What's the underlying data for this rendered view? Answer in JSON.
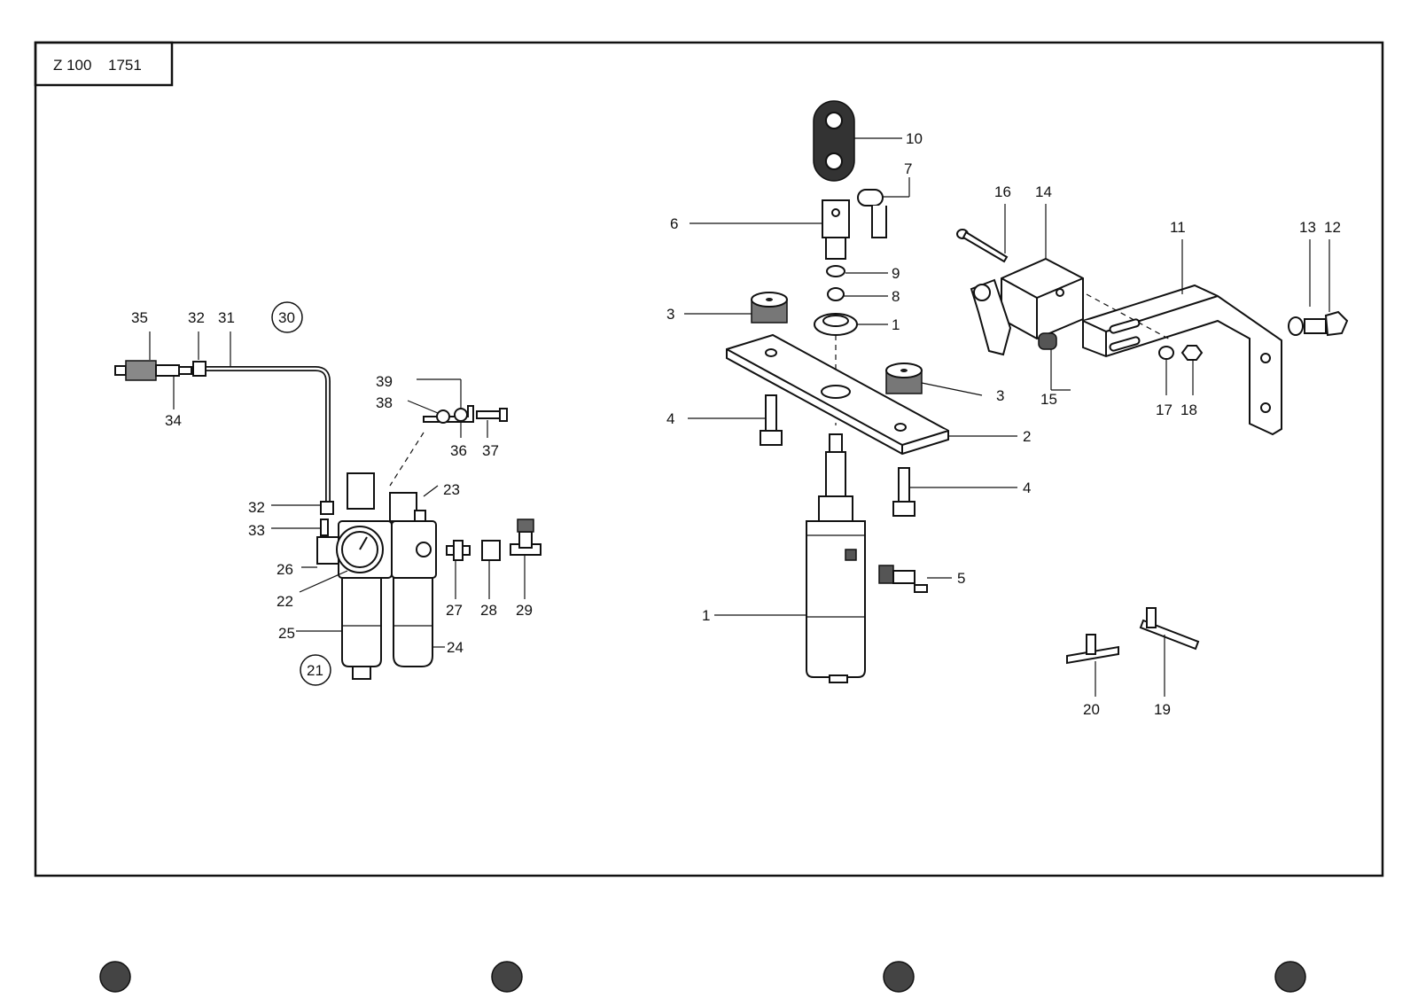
{
  "title_block": {
    "model": "Z 100",
    "drawing_no": "1751"
  },
  "callouts": {
    "c1a": "1",
    "c1b": "1",
    "c2": "2",
    "c3a": "3",
    "c3b": "3",
    "c4a": "4",
    "c4b": "4",
    "c5": "5",
    "c6": "6",
    "c7": "7",
    "c8": "8",
    "c9": "9",
    "c10": "10",
    "c11": "11",
    "c12": "12",
    "c13": "13",
    "c14": "14",
    "c15": "15",
    "c16": "16",
    "c17": "17",
    "c18": "18",
    "c19": "19",
    "c20": "20",
    "c21": "21",
    "c22": "22",
    "c23": "23",
    "c24": "24",
    "c25": "25",
    "c26": "26",
    "c27": "27",
    "c28": "28",
    "c29": "29",
    "c30": "30",
    "c31": "31",
    "c32a": "32",
    "c32b": "32",
    "c33": "33",
    "c34": "34",
    "c35": "35",
    "c36": "36",
    "c37": "37",
    "c38": "38",
    "c39": "39"
  },
  "binder_holes": 4
}
